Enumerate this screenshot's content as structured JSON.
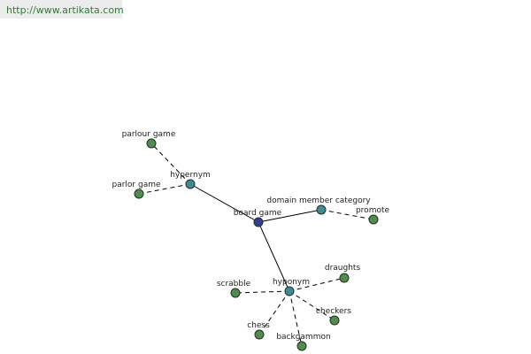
{
  "header": {
    "url_text": "http://www.artikata.com"
  },
  "colors": {
    "center_node": "#2f3f92",
    "relation_node": "#3a8d93",
    "leaf_node": "#4c8f4c"
  },
  "graph": {
    "center": {
      "id": "board-game",
      "label": "board game"
    },
    "relations": [
      {
        "id": "hypernym",
        "label": "hypernym"
      },
      {
        "id": "domain-member-category",
        "label": "domain member category"
      },
      {
        "id": "hyponym",
        "label": "hyponym"
      }
    ],
    "leaves": [
      {
        "id": "parlour-game",
        "label": "parlour game",
        "relation": "hypernym"
      },
      {
        "id": "parlor-game",
        "label": "parlor game",
        "relation": "hypernym"
      },
      {
        "id": "promote",
        "label": "promote",
        "relation": "domain-member-category"
      },
      {
        "id": "draughts",
        "label": "draughts",
        "relation": "hyponym"
      },
      {
        "id": "scrabble",
        "label": "scrabble",
        "relation": "hyponym"
      },
      {
        "id": "checkers",
        "label": "checkers",
        "relation": "hyponym"
      },
      {
        "id": "chess",
        "label": "chess",
        "relation": "hyponym"
      },
      {
        "id": "backgammon",
        "label": "backgammon",
        "relation": "hyponym"
      }
    ]
  }
}
